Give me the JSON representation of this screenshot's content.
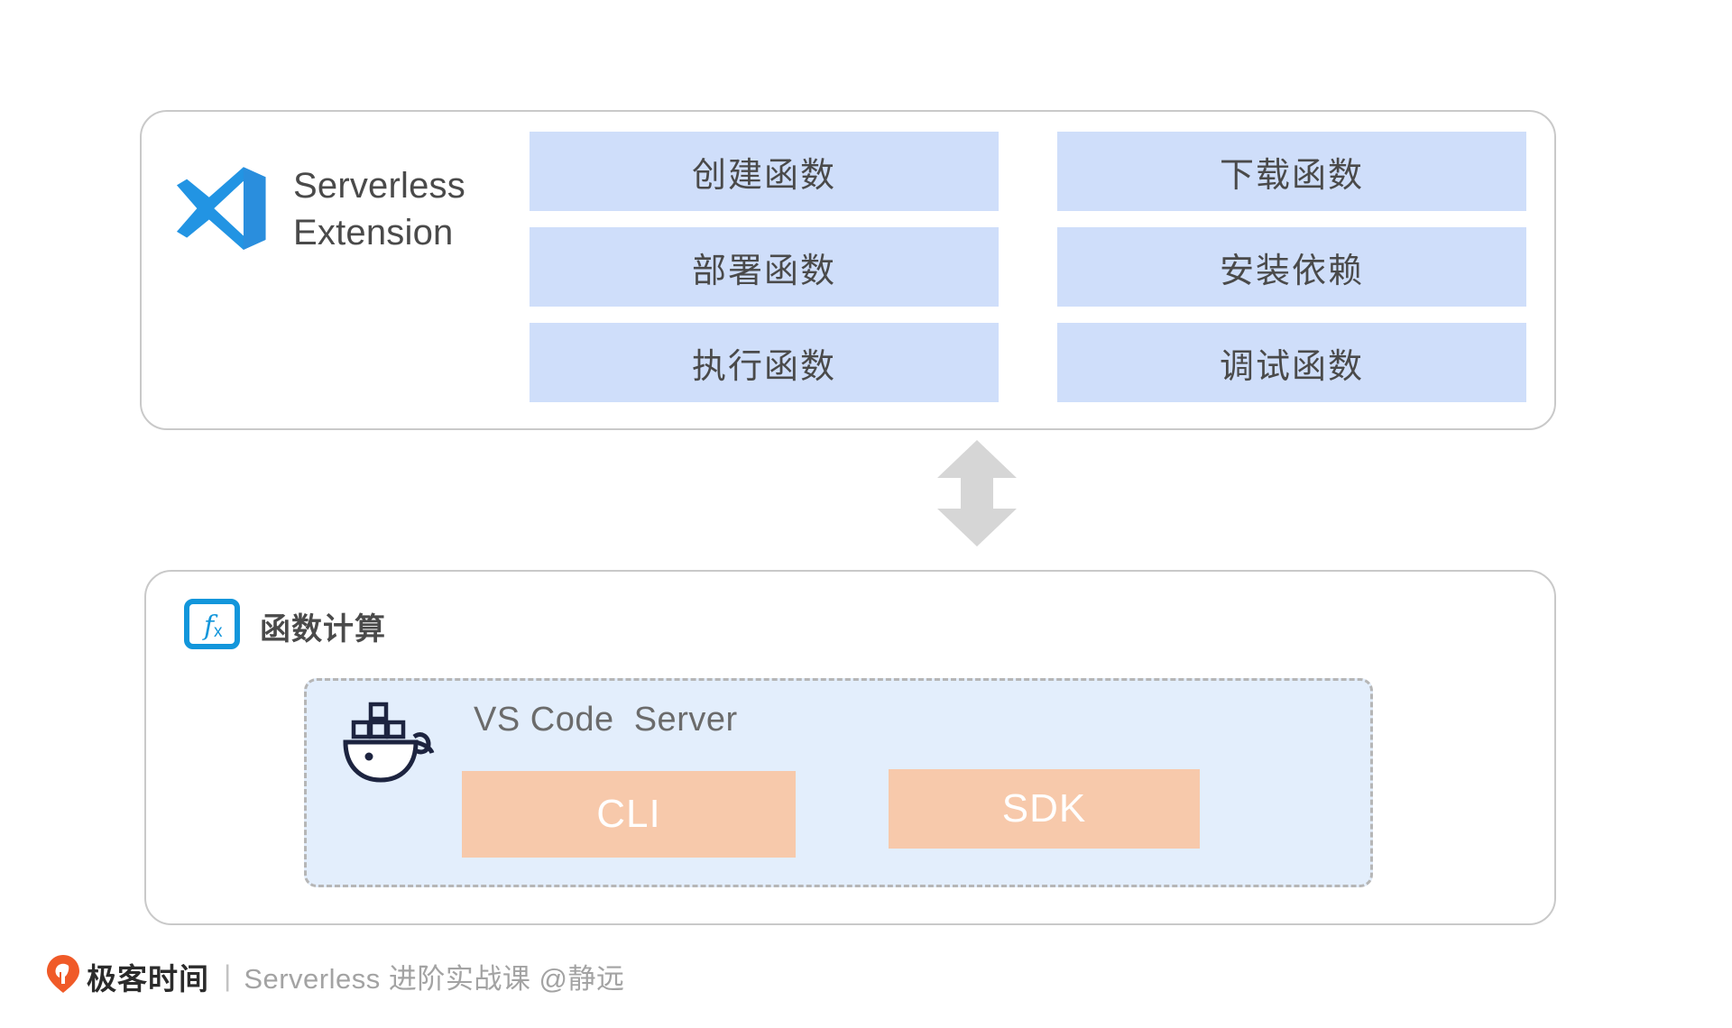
{
  "top_panel": {
    "brand": {
      "icon": "vscode-icon",
      "title": "Serverless\nExtension"
    },
    "actions": [
      {
        "label": "创建函数",
        "icon": ""
      },
      {
        "label": "下载函数",
        "icon": ""
      },
      {
        "label": "部署函数",
        "icon": ""
      },
      {
        "label": "安装依赖",
        "icon": ""
      },
      {
        "label": "执行函数",
        "icon": ""
      },
      {
        "label": "调试函数",
        "icon": ""
      }
    ]
  },
  "connector": {
    "icon": "double-arrow-vertical-icon",
    "color": "#d6d6d6"
  },
  "bottom_panel": {
    "header": {
      "icon": "fx-function-compute-icon",
      "title": "函数计算"
    },
    "container": {
      "icon": "docker-whale-icon",
      "label": "VS Code  Server",
      "items": [
        {
          "label": "CLI"
        },
        {
          "label": "SDK"
        }
      ]
    }
  },
  "footer": {
    "logo_icon": "geektime-pin-logo",
    "brand": "极客时间",
    "divider": "|",
    "course": "Serverless 进阶实战课 @静远"
  },
  "colors": {
    "action_bg": "#cfdefa",
    "panel_border": "#c9c9c9",
    "server_box_bg": "#e3eefc",
    "sdk_bg": "#f7c9ab",
    "vscode_blue": "#2294e3",
    "docker_navy": "#1d2440",
    "geek_orange": "#f05a28",
    "text_gray": "#4a4a4a"
  }
}
